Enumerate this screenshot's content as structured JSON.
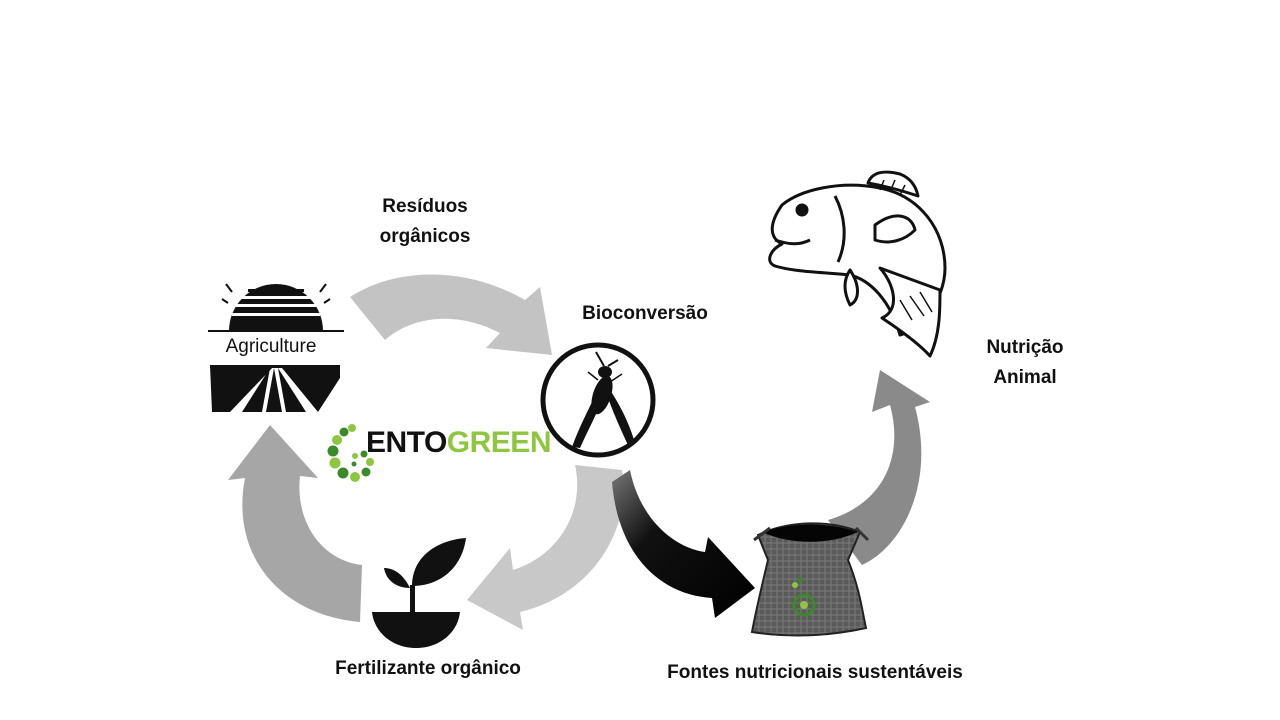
{
  "labels": {
    "residuos": [
      "Resíduos",
      "orgânicos"
    ],
    "bioconversao": "Bioconversão",
    "nutricao": [
      "Nutrição",
      "Animal"
    ],
    "fertilizante": "Fertilizante orgânico",
    "fontes": "Fontes nutricionais sustentáveis"
  },
  "agriculture_icon_text": "Agriculture",
  "logo": {
    "part1": "ENTO",
    "part2": "GREEN"
  },
  "colors": {
    "arrow_light": "#c3c3c3",
    "arrow_mid": "#9e9e9e",
    "arrow_dark": "#8a8a8a",
    "arrow_black": "#0a0a0a",
    "logo_green": "#8dc63f",
    "logo_dark_green": "#3a8a2a"
  },
  "icons": [
    "agriculture-icon",
    "fly-icon",
    "fish-icon",
    "sprout-icon",
    "feed-sack-icon",
    "entogreen-logo"
  ]
}
